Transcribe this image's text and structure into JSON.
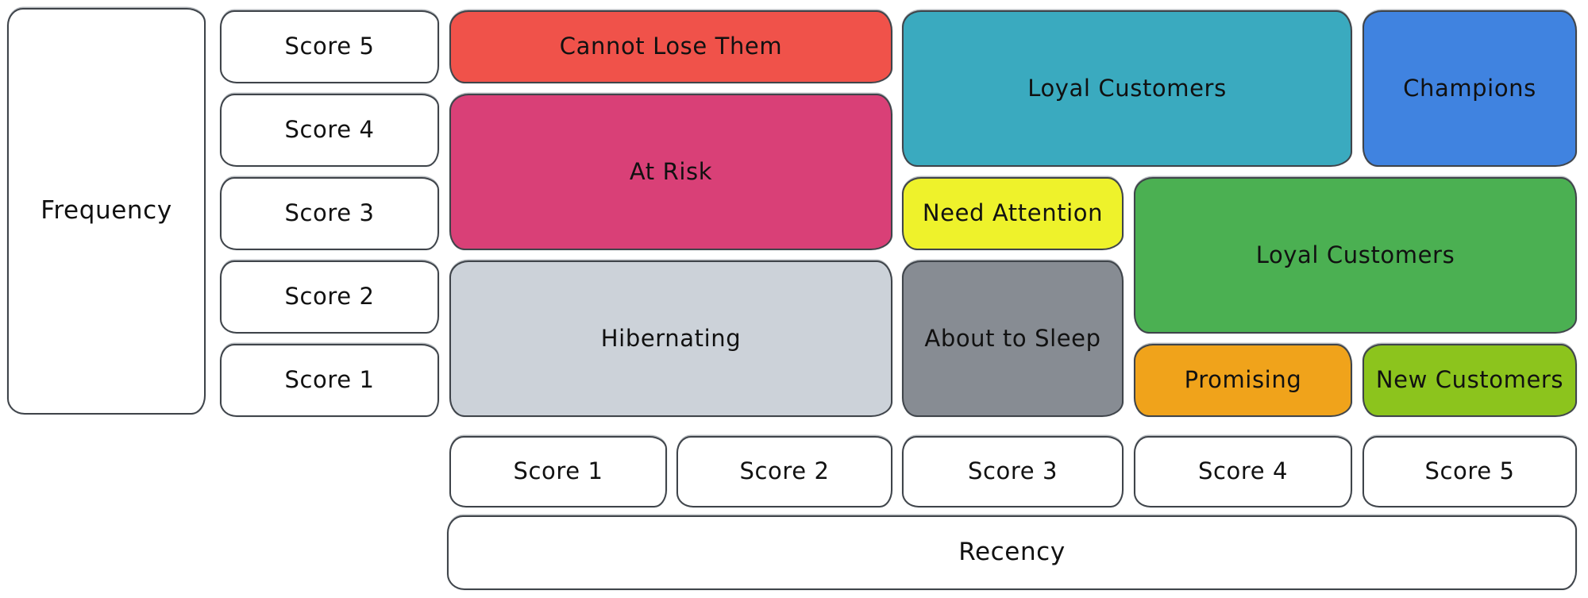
{
  "style": {
    "background": "#ffffff",
    "stroke": "#3f444a",
    "text_color": "#111111",
    "white_box_fill": "#ffffff"
  },
  "axes": {
    "frequency": {
      "label": "Frequency",
      "scores": [
        "Score 5",
        "Score 4",
        "Score 3",
        "Score 2",
        "Score 1"
      ]
    },
    "recency": {
      "label": "Recency",
      "scores": [
        "Score 1",
        "Score 2",
        "Score 3",
        "Score 4",
        "Score 5"
      ]
    }
  },
  "segments": [
    {
      "id": "cannot-lose-them",
      "label": "Cannot Lose Them",
      "color": "#f0524a",
      "recency": [
        1,
        2
      ],
      "frequency": [
        5,
        5
      ]
    },
    {
      "id": "loyal-customers-top",
      "label": "Loyal Customers",
      "color": "#3aaabf",
      "recency": [
        3,
        4
      ],
      "frequency": [
        4,
        5
      ]
    },
    {
      "id": "champions",
      "label": "Champions",
      "color": "#4083e0",
      "recency": [
        5,
        5
      ],
      "frequency": [
        4,
        5
      ]
    },
    {
      "id": "at-risk",
      "label": "At Risk",
      "color": "#d94077",
      "recency": [
        1,
        2
      ],
      "frequency": [
        3,
        4
      ]
    },
    {
      "id": "need-attention",
      "label": "Need Attention",
      "color": "#eef22b",
      "recency": [
        3,
        3
      ],
      "frequency": [
        3,
        3
      ]
    },
    {
      "id": "loyal-customers-mid",
      "label": "Loyal Customers",
      "color": "#4bb052",
      "recency": [
        4,
        5
      ],
      "frequency": [
        2,
        3
      ]
    },
    {
      "id": "hibernating",
      "label": "Hibernating",
      "color": "#ccd2d9",
      "recency": [
        1,
        2
      ],
      "frequency": [
        1,
        2
      ]
    },
    {
      "id": "about-to-sleep",
      "label": "About to Sleep",
      "color": "#878c93",
      "recency": [
        3,
        3
      ],
      "frequency": [
        1,
        2
      ]
    },
    {
      "id": "promising",
      "label": "Promising",
      "color": "#f0a31b",
      "recency": [
        4,
        4
      ],
      "frequency": [
        1,
        1
      ]
    },
    {
      "id": "new-customers",
      "label": "New Customers",
      "color": "#8cc41d",
      "recency": [
        5,
        5
      ],
      "frequency": [
        1,
        1
      ]
    }
  ]
}
